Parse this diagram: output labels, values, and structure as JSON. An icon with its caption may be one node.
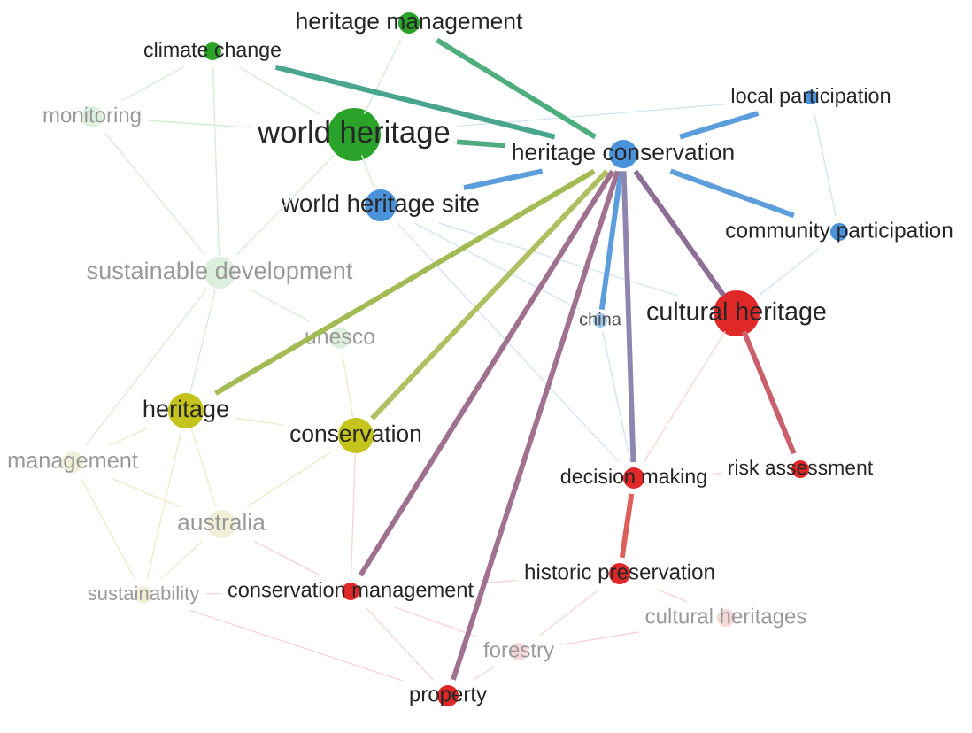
{
  "diagram": {
    "nodes": [
      {
        "text": [
          "heritage management"
        ]
      },
      {
        "text": [
          "climate change"
        ]
      },
      {
        "text": [
          "local participation"
        ]
      },
      {
        "text": [
          "monitoring"
        ]
      },
      {
        "text": [
          "world heritage"
        ]
      },
      {
        "text": [
          "heritage conservation"
        ]
      },
      {
        "text": [
          "community participation"
        ]
      },
      {
        "text": [
          "world heritage site"
        ]
      },
      {
        "text": [
          "sustainable development"
        ]
      },
      {
        "text": [
          "cultural heritage"
        ]
      },
      {
        "text": [
          "china"
        ]
      },
      {
        "text": [
          "unesco"
        ]
      },
      {
        "text": [
          "heritage"
        ]
      },
      {
        "text": [
          "conservation"
        ]
      },
      {
        "text": [
          "management"
        ]
      },
      {
        "text": [
          "risk assessment"
        ]
      },
      {
        "text": [
          "decision making"
        ]
      },
      {
        "text": [
          "australia"
        ]
      },
      {
        "text": [
          "historic preservation"
        ]
      },
      {
        "text": [
          "conservation management"
        ]
      },
      {
        "text": [
          "sustainability"
        ]
      },
      {
        "text": [
          "cultural heritages"
        ]
      },
      {
        "text": [
          "forestry"
        ]
      },
      {
        "text": [
          "property"
        ]
      }
    ],
    "edges": [
      {
        "from": 1,
        "to": 3,
        "arrow": "none",
        "color": "#d6ecd6"
      },
      {
        "from": 1,
        "to": 4,
        "arrow": "none",
        "color": "#d6ecd6"
      },
      {
        "from": 1,
        "to": 8,
        "arrow": "none",
        "color": "#d6ecd6"
      },
      {
        "from": 0,
        "to": 4,
        "arrow": "none",
        "color": "#d6ecd6"
      },
      {
        "from": 3,
        "to": 4,
        "arrow": "none",
        "color": "#d6ecd6"
      },
      {
        "from": 3,
        "to": 8,
        "arrow": "none",
        "color": "#d6ecd6"
      },
      {
        "from": 4,
        "to": 8,
        "arrow": "none",
        "color": "#d6ecd6"
      },
      {
        "from": 4,
        "to": 7,
        "arrow": "none",
        "color": "#d6ecd6"
      },
      {
        "from": 8,
        "to": 11,
        "arrow": "none",
        "color": "#d6ecd6"
      },
      {
        "from": 8,
        "to": 12,
        "arrow": "none",
        "color": "#d6ecd6"
      },
      {
        "from": 8,
        "to": 14,
        "arrow": "none",
        "color": "#d6ecd6"
      },
      {
        "from": 14,
        "to": 17,
        "arrow": "none",
        "color": "#ececc8"
      },
      {
        "from": 14,
        "to": 20,
        "arrow": "none",
        "color": "#ececc8"
      },
      {
        "from": 14,
        "to": 12,
        "arrow": "none",
        "color": "#ececc8"
      },
      {
        "from": 17,
        "to": 20,
        "arrow": "none",
        "color": "#ececc8"
      },
      {
        "from": 12,
        "to": 17,
        "arrow": "none",
        "color": "#ececc8"
      },
      {
        "from": 12,
        "to": 13,
        "arrow": "none",
        "color": "#ececc8"
      },
      {
        "from": 17,
        "to": 13,
        "arrow": "none",
        "color": "#ececc8"
      },
      {
        "from": 11,
        "to": 13,
        "arrow": "none",
        "color": "#ececc8"
      },
      {
        "from": 12,
        "to": 20,
        "arrow": "none",
        "color": "#ececc8"
      },
      {
        "from": 19,
        "to": 22,
        "arrow": "none",
        "color": "#f7d4d4"
      },
      {
        "from": 19,
        "to": 23,
        "arrow": "none",
        "color": "#f7d4d4"
      },
      {
        "from": 19,
        "to": 18,
        "arrow": "none",
        "color": "#f7d4d4"
      },
      {
        "from": 22,
        "to": 23,
        "arrow": "none",
        "color": "#f7d4d4"
      },
      {
        "from": 22,
        "to": 18,
        "arrow": "none",
        "color": "#f7d4d4"
      },
      {
        "from": 22,
        "to": 21,
        "arrow": "none",
        "color": "#f7d4d4"
      },
      {
        "from": 21,
        "to": 18,
        "arrow": "none",
        "color": "#f7d4d4"
      },
      {
        "from": 16,
        "to": 9,
        "arrow": "none",
        "color": "#f7d4d4"
      },
      {
        "from": 16,
        "to": 15,
        "arrow": "none",
        "color": "#f7d4d4"
      },
      {
        "from": 20,
        "to": 19,
        "arrow": "none",
        "color": "#f7d4d4"
      },
      {
        "from": 20,
        "to": 23,
        "arrow": "none",
        "color": "#f7d4d4"
      },
      {
        "from": 13,
        "to": 19,
        "arrow": "none",
        "color": "#f7d4d4"
      },
      {
        "from": 17,
        "to": 19,
        "arrow": "none",
        "color": "#f7d4d4"
      },
      {
        "from": 2,
        "to": 6,
        "arrow": "none",
        "color": "#d3e3f4"
      },
      {
        "from": 6,
        "to": 9,
        "arrow": "none",
        "color": "#d3e3f4"
      },
      {
        "from": 7,
        "to": 10,
        "arrow": "none",
        "color": "#d3e3f4"
      },
      {
        "from": 7,
        "to": 9,
        "arrow": "none",
        "color": "#d3e3f4"
      },
      {
        "from": 10,
        "to": 16,
        "arrow": "none",
        "color": "#d3e3f4"
      },
      {
        "from": 2,
        "to": 4,
        "arrow": "none",
        "color": "#d3e3f4"
      },
      {
        "from": 7,
        "to": 16,
        "arrow": "none",
        "color": "#d3e3f4"
      },
      {
        "from": 5,
        "to": 1,
        "arrow": "none",
        "style": "thick",
        "color": "#4aa58f"
      },
      {
        "from": 5,
        "to": 0,
        "arrow": "none",
        "style": "thick",
        "color": "#4fae7e"
      },
      {
        "from": 5,
        "to": 4,
        "arrow": "none",
        "style": "thick",
        "color": "#4fab82"
      },
      {
        "from": 5,
        "to": 2,
        "arrow": "none",
        "style": "thick",
        "color": "#5c9ddb"
      },
      {
        "from": 5,
        "to": 6,
        "arrow": "none",
        "style": "thick",
        "color": "#5c9ddb"
      },
      {
        "from": 5,
        "to": 7,
        "arrow": "none",
        "style": "thick",
        "color": "#5c9ddb"
      },
      {
        "from": 5,
        "to": 12,
        "arrow": "none",
        "style": "thick",
        "color": "#a3bb55"
      },
      {
        "from": 5,
        "to": 13,
        "arrow": "none",
        "style": "thick",
        "color": "#afc063"
      },
      {
        "from": 5,
        "to": 10,
        "arrow": "none",
        "style": "thick",
        "color": "#5c9ddb"
      },
      {
        "from": 5,
        "to": 9,
        "arrow": "none",
        "style": "thick",
        "color": "#8c6e96"
      },
      {
        "from": 5,
        "to": 16,
        "arrow": "none",
        "style": "thick",
        "color": "#8f86b0"
      },
      {
        "from": 16,
        "to": 18,
        "arrow": "none",
        "style": "thick",
        "color": "#dc5f5c"
      },
      {
        "from": 5,
        "to": 19,
        "arrow": "none",
        "style": "thick",
        "color": "#a0708f"
      },
      {
        "from": 5,
        "to": 23,
        "arrow": "none",
        "style": "thick",
        "color": "#a0728f"
      },
      {
        "from": 9,
        "to": 15,
        "arrow": "none",
        "style": "thick",
        "color": "#c9606c"
      }
    ]
  }
}
